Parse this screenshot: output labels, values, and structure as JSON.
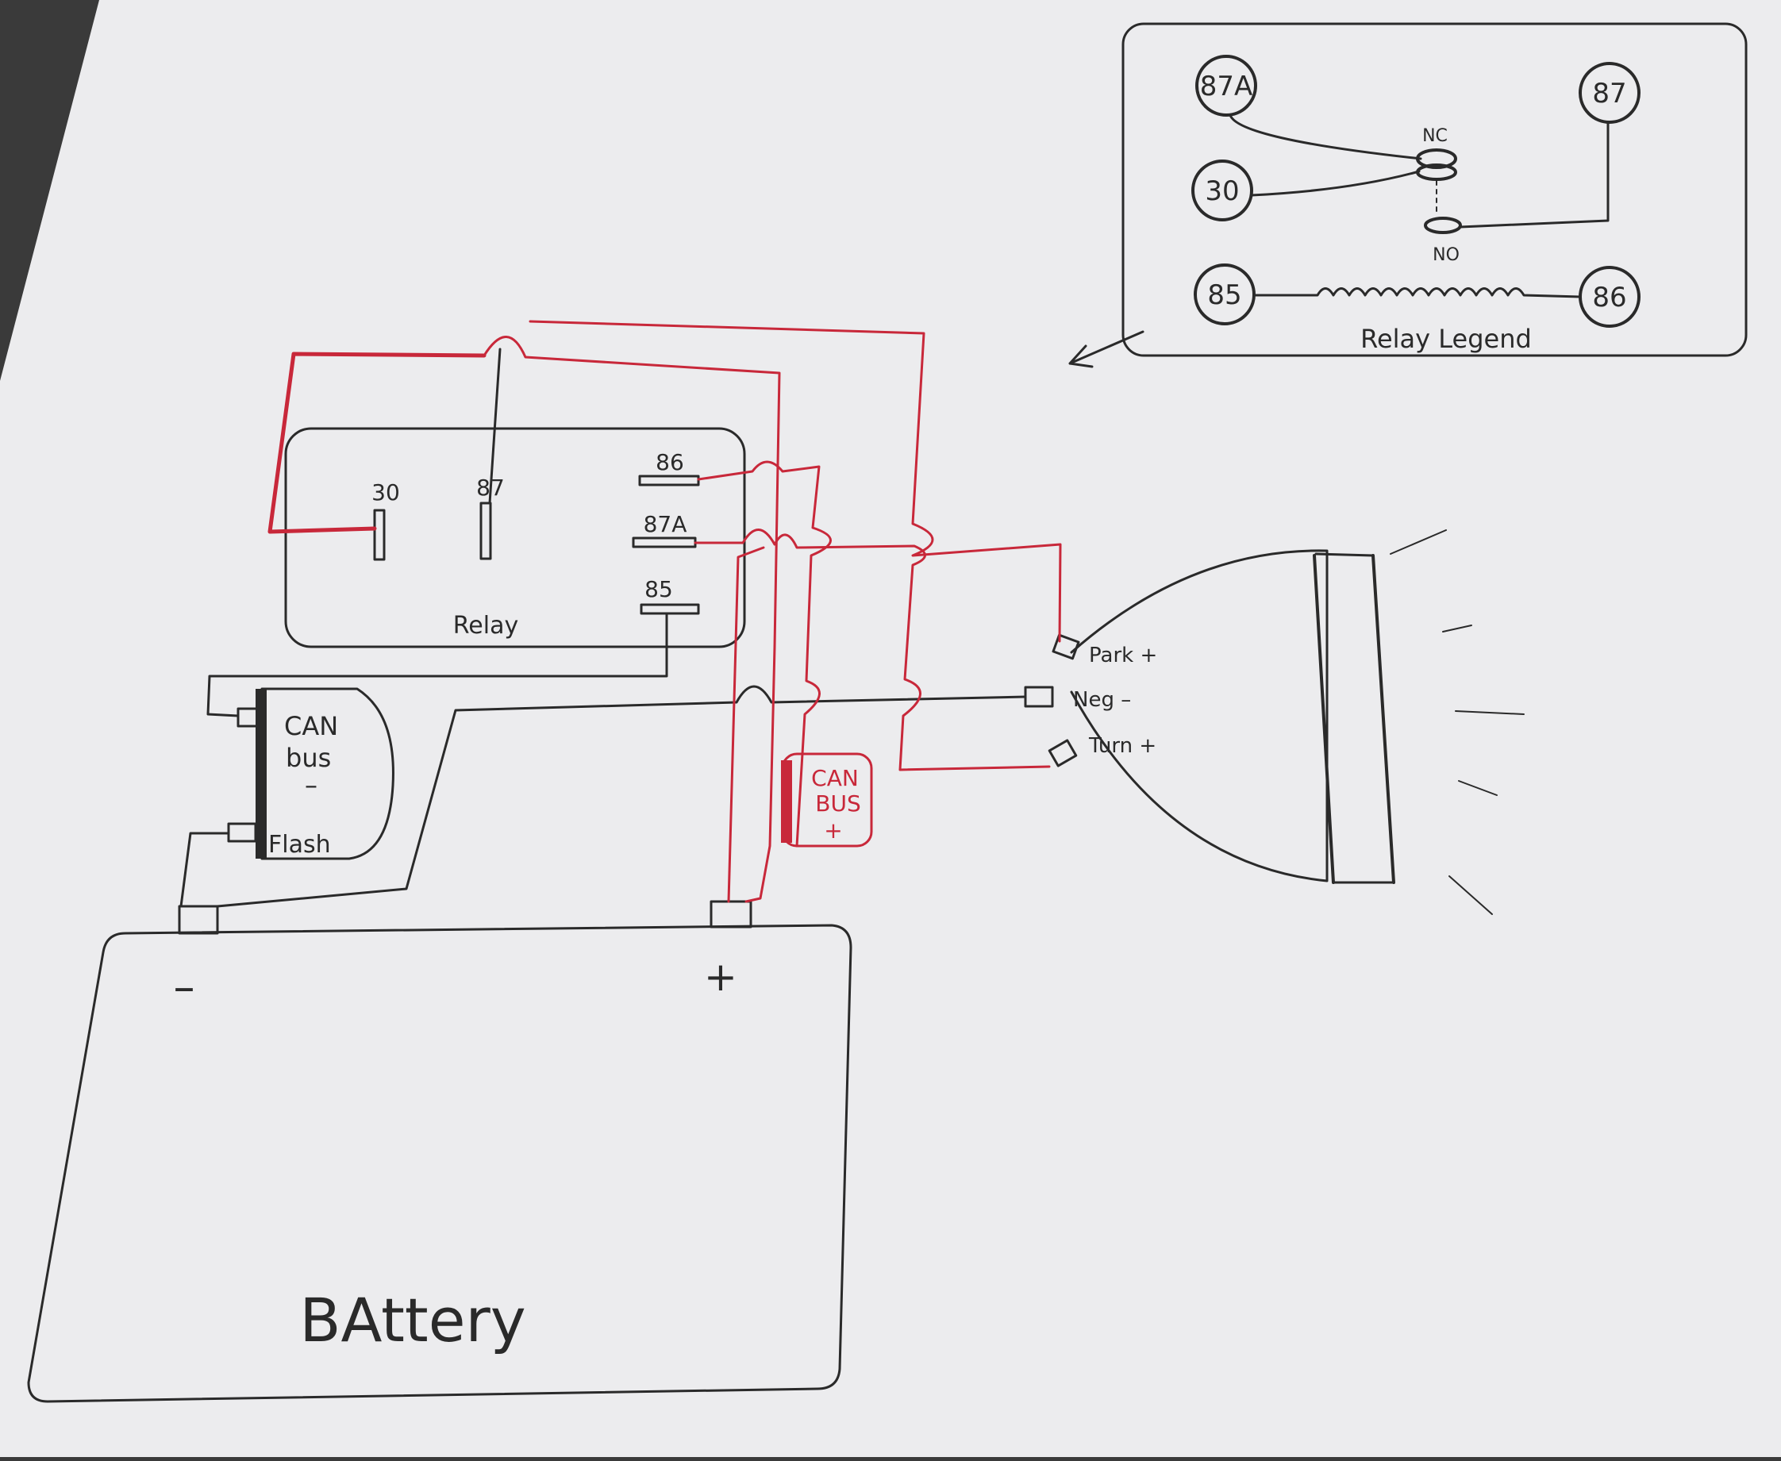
{
  "legend": {
    "title": "Relay Legend",
    "terminals": [
      "87A",
      "87",
      "30",
      "85",
      "86"
    ],
    "nc_label": "NC",
    "no_label": "NO"
  },
  "relay": {
    "label": "Relay",
    "pins": [
      "30",
      "87",
      "86",
      "87A",
      "85"
    ]
  },
  "can_bus_minus": {
    "line1": "CAN",
    "line2": "bus",
    "line3": "–",
    "flash": "Flash"
  },
  "can_bus_plus": {
    "line1": "CAN",
    "line2": "BUS",
    "line3": "+"
  },
  "headlight": {
    "park": "Park +",
    "neg": "Neg –",
    "turn": "Turn +"
  },
  "battery": {
    "label": "BAttery",
    "neg": "–",
    "pos": "+"
  },
  "colors": {
    "paper": "#ececee",
    "pencil": "#2a2a2a",
    "red_wire": "#c8283a"
  }
}
